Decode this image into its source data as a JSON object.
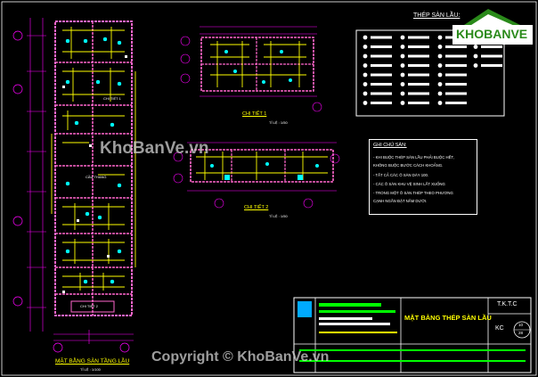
{
  "titles": {
    "plan": "MẶT BẰNG SÀN TẦNG LẦU",
    "plan_scale": "TỈ LỆ : 1/100",
    "detail1": "CHI TIẾT 1",
    "detail1_scale": "TỈ LỆ : 1/50",
    "detail2": "CHI TIẾT 2",
    "detail2_scale": "TỈ LỆ : 1/50",
    "steel_table": "THÉP SÀN LẦU:",
    "notes_title": "GHI CHÚ SÀN:"
  },
  "plan_labels": {
    "chi_tiet_1": "CHI TIẾT 1",
    "chi_tiet_2": "CHI TIẾT 2",
    "cau_thang": "CẦU THANG"
  },
  "notes": [
    "- KHI BUỘC THÉP SÀN LẦU PHẢI BUỘC HẾT,",
    "  KHÔNG BUỘC BƯỚC CÁCH KHOẢNG.",
    "- TẤT CẢ CÁC Ô SÀN DÀY 100.",
    "- CÁC Ô SÀN KHU VỆ SINH LẤT XUỐNG",
    "- TRONG MỘT Ô SÀN THÉP THEO PHƯƠNG",
    "  CẠNH NGẮN ĐẶT NẰM DƯỚI."
  ],
  "title_block": {
    "drawing_title": "MẶT BẰNG THÉP SÀN LẦU",
    "section": "T.K.T.C",
    "code": "KC",
    "sheet_no": "10",
    "sheet_total": "28"
  },
  "logo": {
    "brand": "KHOBANVE"
  },
  "watermarks": {
    "center": "KhoBanVe.vn",
    "bottom": "Copyright © KhoBanVe.vn"
  },
  "colors": {
    "background": "#000000",
    "walls": "#ff66cc",
    "rebar": "#ffff00",
    "dim": "#ff00ff",
    "grid": "#ffffff",
    "pipes": "#00ffff",
    "title_block": "#00ff00"
  }
}
